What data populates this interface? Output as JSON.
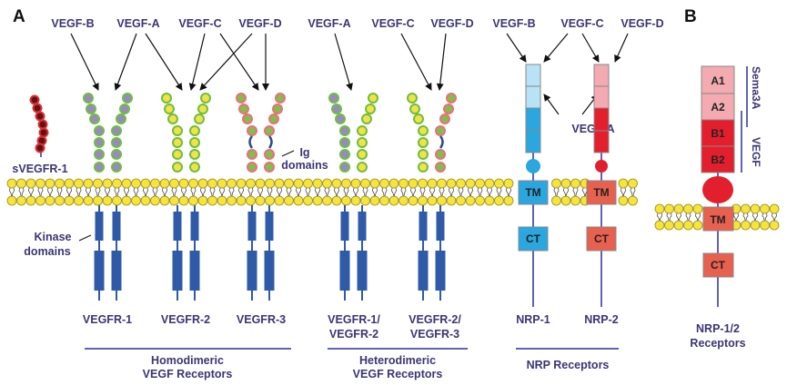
{
  "panels": {
    "a": "A",
    "b": "B"
  },
  "colors": {
    "label_text": "#3b3573",
    "membrane_head": "#f5e43a",
    "membrane_edge": "#9a8a20",
    "kinase_blue": "#2f5aa8",
    "vegfr1_ball": "#9b87c6",
    "vegfr2_ball": "#f3e14a",
    "vegfr3_ball": "#7fbf4a",
    "green_outline": "#6cbf3c",
    "pink_outline": "#ec6e7a",
    "svegfr_ball": "#6b0d18",
    "svegfr_outline": "#d5352f",
    "nrp1_light": "#b8e2f5",
    "nrp1_dark": "#2aa7df",
    "nrp2_light": "#f3aab0",
    "nrp2_dark": "#e41f2d",
    "tm_ct_red": "#e8614f",
    "bracket_line": "#2b2fa0"
  },
  "ligands_panel_a": [
    {
      "id": "vegf-b-1",
      "label": "VEGF-B"
    },
    {
      "id": "vegf-a-1",
      "label": "VEGF-A"
    },
    {
      "id": "vegf-c-1",
      "label": "VEGF-C"
    },
    {
      "id": "vegf-d-1",
      "label": "VEGF-D"
    },
    {
      "id": "vegf-a-2",
      "label": "VEGF-A"
    },
    {
      "id": "vegf-c-2",
      "label": "VEGF-C"
    },
    {
      "id": "vegf-d-2",
      "label": "VEGF-D"
    },
    {
      "id": "vegf-b-3",
      "label": "VEGF-B"
    },
    {
      "id": "vegf-c-3",
      "label": "VEGF-C"
    },
    {
      "id": "vegf-d-3",
      "label": "VEGF-D"
    },
    {
      "id": "vegf-a-3",
      "label": "VEGF-A"
    }
  ],
  "annotations": {
    "svegfr1": "sVEGFR-1",
    "ig_domains_line1": "Ig",
    "ig_domains_line2": "domains",
    "kinase_line1": "Kinase",
    "kinase_line2": "domains"
  },
  "receptors": [
    {
      "id": "vegfr1",
      "label": [
        "VEGFR-1"
      ]
    },
    {
      "id": "vegfr2",
      "label": [
        "VEGFR-2"
      ]
    },
    {
      "id": "vegfr3",
      "label": [
        "VEGFR-3"
      ]
    },
    {
      "id": "vegfr1-2",
      "label": [
        "VEGFR-1/",
        "VEGFR-2"
      ]
    },
    {
      "id": "vegfr2-3",
      "label": [
        "VEGFR-2/",
        "VEGFR-3"
      ]
    },
    {
      "id": "nrp1",
      "label": [
        "NRP-1"
      ]
    },
    {
      "id": "nrp2",
      "label": [
        "NRP-2"
      ]
    }
  ],
  "groups": [
    {
      "id": "homodimeric",
      "label": [
        "Homodimeric",
        "VEGF Receptors"
      ]
    },
    {
      "id": "heterodimeric",
      "label": [
        "Heterodimeric",
        "VEGF Receptors"
      ]
    },
    {
      "id": "nrp",
      "label": [
        "NRP Receptors"
      ]
    }
  ],
  "domains": {
    "tm": "TM",
    "ct": "CT"
  },
  "panel_b": {
    "segments": [
      "A1",
      "A2",
      "B1",
      "B2"
    ],
    "sema3a": "Sema3A",
    "vegf": "VEGF",
    "label": [
      "NRP-1/2",
      "Receptors"
    ]
  }
}
